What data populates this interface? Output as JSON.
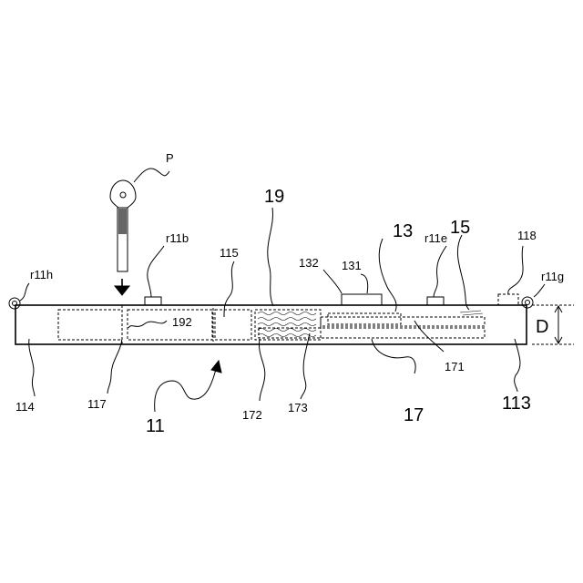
{
  "labels": {
    "p": "P",
    "n19": "19",
    "n13": "13",
    "n15": "15",
    "n118": "118",
    "r11b": "r11b",
    "n115": "115",
    "n132": "132",
    "n131": "131",
    "r11e": "r11e",
    "r11h": "r11h",
    "r11g": "r11g",
    "n192": "192",
    "d": "D",
    "n114": "114",
    "n117": "117",
    "n172": "172",
    "n173": "173",
    "n17": "17",
    "n171": "171",
    "n113": "113",
    "n11": "11"
  }
}
